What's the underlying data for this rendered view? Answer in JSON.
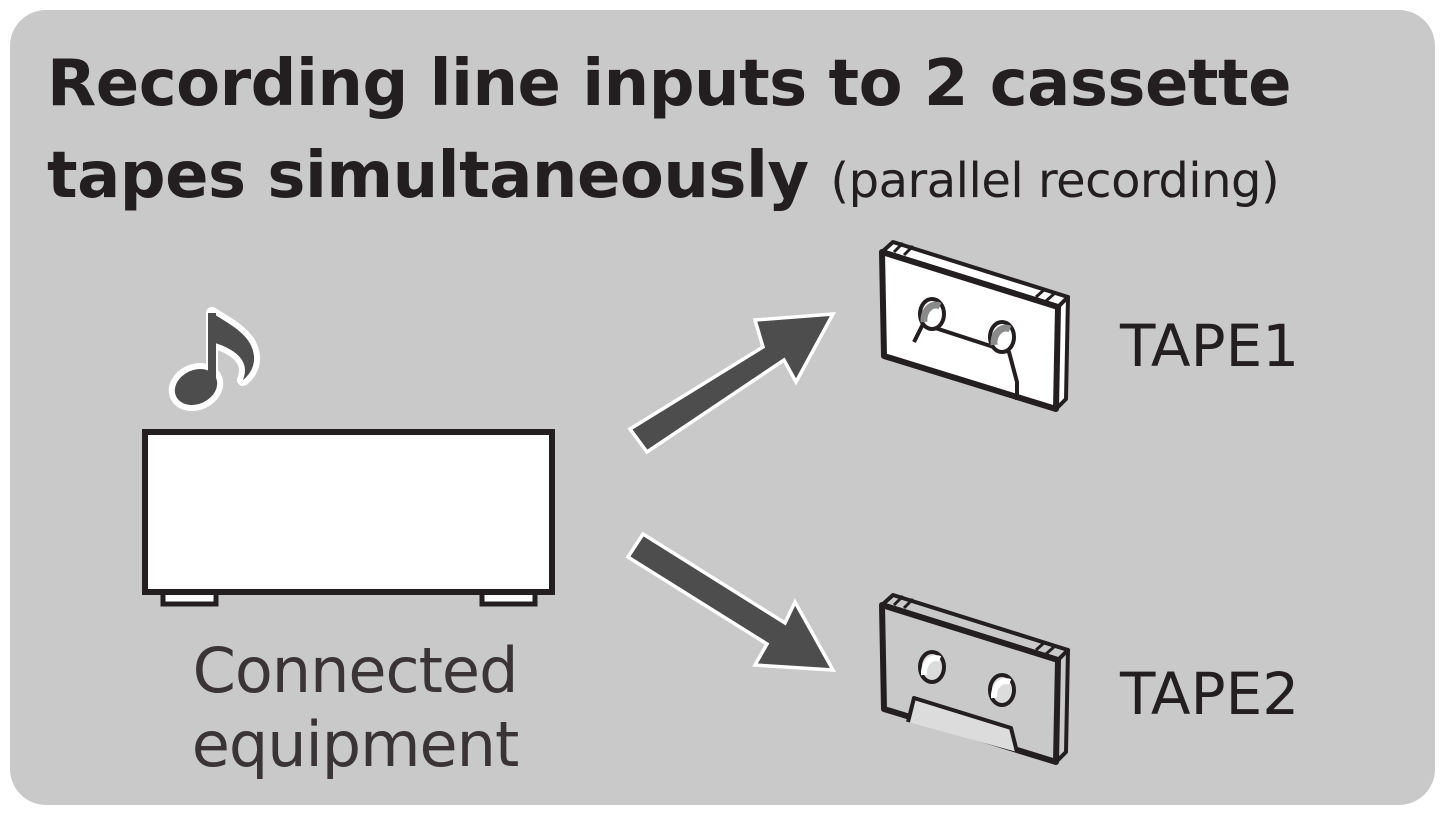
{
  "diagram": {
    "title_main": "Recording line inputs to 2 cassette tapes simultaneously",
    "title_sub": "(parallel recording)",
    "source_label_line1": "Connected",
    "source_label_line2": "equipment",
    "tape1_label": "TAPE1",
    "tape2_label": "TAPE2",
    "icons": {
      "music": "music-note-icon",
      "source": "equipment-icon",
      "tape": "cassette-tape-icon",
      "arrow": "arrow-icon"
    },
    "colors": {
      "background": "#c9c9c9",
      "arrow": "#4d4d4d",
      "outline": "#231f20",
      "tape1_fill": "#ffffff",
      "tape2_fill": "#c9c9c9"
    }
  }
}
